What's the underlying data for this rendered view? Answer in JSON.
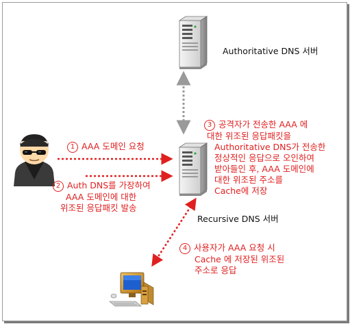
{
  "nodes": {
    "auth_server_label": "Authoritative DNS 서버",
    "recursive_server_label": "Recursive DNS 서버"
  },
  "steps": [
    {
      "num": "1",
      "lines": [
        "AAA 도메인 요청"
      ]
    },
    {
      "num": "2",
      "lines": [
        "Auth DNS를 가장하여",
        "AAA 도메인에 대한",
        "위조된 응답패킷 발송"
      ]
    },
    {
      "num": "3",
      "lines": [
        "공격자가 전송한 AAA 에",
        "대한 위조된 응답패킷을",
        "Authoritative DNS가 전송한",
        "정상적인 응답으로 오인하여",
        "받아들인 후, AAA 도메인에",
        "대한 위조된 주소를",
        "Cache에 저장"
      ]
    },
    {
      "num": "4",
      "lines": [
        "사용자가 AAA 요청 시",
        "Cache 에 저장된 위조된",
        "주소로 응답"
      ]
    }
  ],
  "colors": {
    "accent": "#e02020",
    "arrow_gray": "#9a9a9a",
    "text": "#111111"
  },
  "icons": [
    "server-icon",
    "hacker-icon",
    "computer-icon"
  ]
}
